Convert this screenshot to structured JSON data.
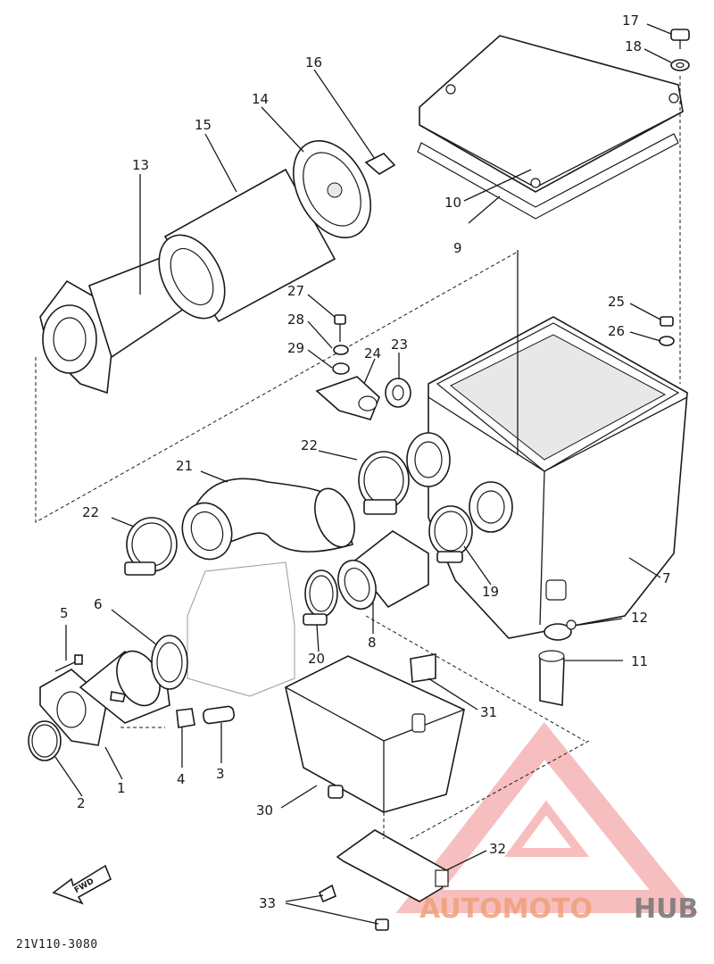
{
  "diagram_code": "21V110-3080",
  "fwd_label": "FWD",
  "watermark": {
    "part1": "AUTOMOTO",
    "part2": "HUB",
    "color_primary": "#f08a8a",
    "color_secondary": "#7a7a7a"
  },
  "callouts": [
    "1",
    "2",
    "3",
    "4",
    "5",
    "6",
    "7",
    "8",
    "9",
    "10",
    "11",
    "12",
    "13",
    "14",
    "15",
    "16",
    "17",
    "18",
    "19",
    "20",
    "21",
    "22",
    "22",
    "23",
    "24",
    "25",
    "26",
    "27",
    "28",
    "29",
    "30",
    "31",
    "32",
    "33"
  ]
}
